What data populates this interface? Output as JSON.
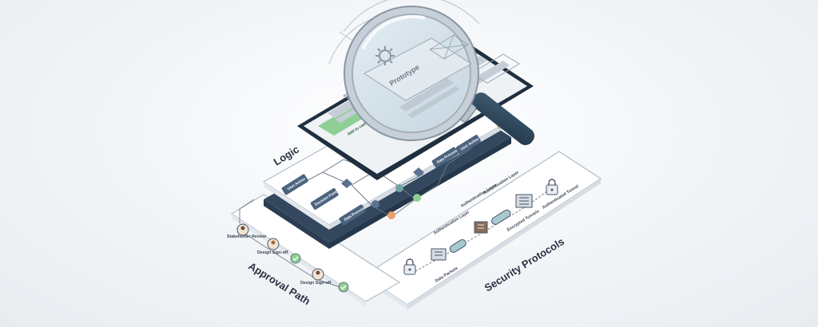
{
  "layers": {
    "logic": {
      "label": "Logic",
      "nodes": [
        "User Action",
        "Decision Point",
        "Data Process",
        "Data Process",
        "User Action"
      ]
    },
    "approval": {
      "label": "Approval Path",
      "steps": [
        "Stakeholder Review",
        "Design Sign-off",
        "Design Sign-off"
      ]
    },
    "security": {
      "label": "Security Protocols",
      "items": [
        "Authentication Layer",
        "Authentication Layer",
        "Authentication Layer",
        "Encrypted Tunnels",
        "Authenticated Tunnel",
        "Data Packets"
      ]
    }
  },
  "phone": {
    "title": "Prototype",
    "button_label": "Add to cart"
  },
  "colors": {
    "navy": "#33475f",
    "green": "#8fcf95",
    "teal": "#6fa3a3",
    "orange": "#e8a06a",
    "stroke": "#4a5568",
    "panel": "#ffffff"
  },
  "icons": [
    "magnifier-icon",
    "gear-icon",
    "lock-icon",
    "check-icon",
    "avatar-icon",
    "shield-icon"
  ]
}
